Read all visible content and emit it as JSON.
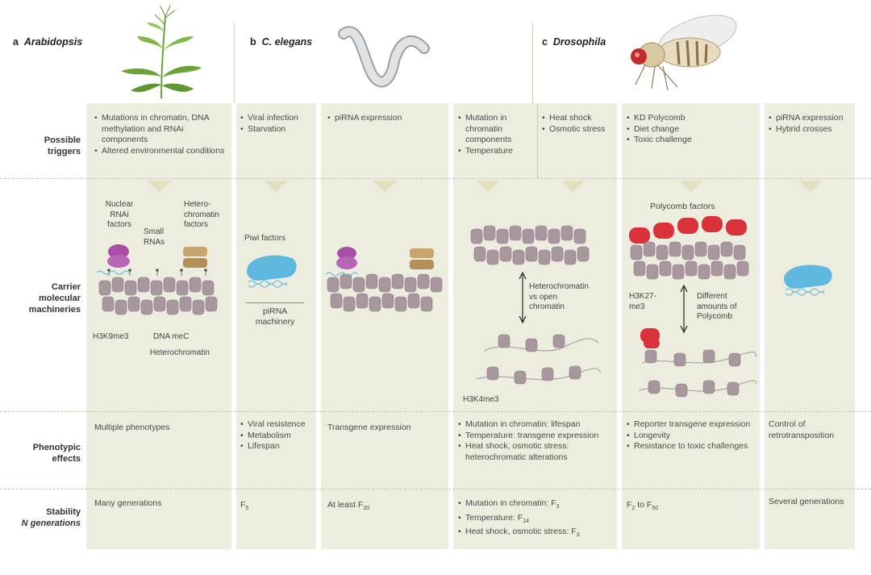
{
  "headers": {
    "a": {
      "letter": "a",
      "organism": "Arabidopsis"
    },
    "b": {
      "letter": "b",
      "organism": "C. elegans"
    },
    "c": {
      "letter": "c",
      "organism": "Drosophila"
    }
  },
  "row_labels": {
    "triggers": [
      "Possible",
      "triggers"
    ],
    "carrier": [
      "Carrier",
      "molecular",
      "machineries"
    ],
    "phenotypic": [
      "Phenotypic",
      "effects"
    ],
    "stability": [
      "Stability",
      "N generations"
    ]
  },
  "triggers": {
    "arabidopsis": [
      "Mutations in chromatin, DNA methylation and RNAi components",
      "Altered environmental conditions"
    ],
    "celegans_1": [
      "Viral infection",
      "Starvation"
    ],
    "celegans_2": [
      "piRNA expression"
    ],
    "dros_1": [
      "Mutation in chromatin components",
      "Temperature"
    ],
    "dros_2": [
      "Heat shock",
      "Osmotic stress"
    ],
    "dros_3": [
      "KD Polycomb",
      "Diet change",
      "Toxic challenge"
    ],
    "dros_4": [
      "piRNA expression",
      "Hybrid crosses"
    ]
  },
  "carrier_labels": {
    "nuclear_rnai": [
      "Nuclear",
      "RNAi",
      "factors"
    ],
    "small_rnas": [
      "Small",
      "RNAs"
    ],
    "heterochromatin_factors": [
      "Hetero-",
      "chromatin",
      "factors"
    ],
    "h3k9me3": "H3K9me3",
    "dna_mec": "DNA meC",
    "heterochromatin": "Heterochromatin",
    "piwi_factors": "Piwi factors",
    "pirna_machinery": [
      "piRNA",
      "machinery"
    ],
    "het_vs_open": [
      "Heterochromatin",
      "vs open",
      "chromatin"
    ],
    "h3k4me3": "H3K4me3",
    "polycomb_factors": "Polycomb factors",
    "h3k27me3": [
      "H3K27-",
      "me3"
    ],
    "diff_polycomb": [
      "Different",
      "amounts of",
      "Polycomb"
    ]
  },
  "phenotypic": {
    "arabidopsis": "Multiple phenotypes",
    "celegans_1": [
      "Viral resistence",
      "Metabolism",
      "Lifespan"
    ],
    "celegans_2": "Transgene expression",
    "dros_1": [
      "Mutation in chromatin: lifespan",
      "Temperature: transgene expression",
      "Heat shock, osmotic stress: heterochromatic alterations"
    ],
    "dros_3": [
      "Reporter transgene expression",
      "Longevity",
      "Resistance to toxic challenges"
    ],
    "dros_4": "Control of retrotransposition"
  },
  "stability": {
    "arabidopsis": "Many generations",
    "celegans_1": {
      "base": "F",
      "sub": "5"
    },
    "celegans_2": {
      "base": "At least F",
      "sub": "20"
    },
    "dros_1": [
      {
        "base": "Mutation in chromatin: F",
        "sub": "3"
      },
      {
        "base": "Temperature: F",
        "sub": "14"
      },
      {
        "base": "Heat shock, osmotic stress: F",
        "sub": "3"
      }
    ],
    "dros_3": {
      "a": "F",
      "a_sub": "2",
      "mid": " to F",
      "b_sub": "50"
    },
    "dros_4": "Several generations"
  },
  "colors": {
    "panel": "#ececdf",
    "nucleosome": "#a9979f",
    "rnai": "#a94ea8",
    "hetero_factor": "#c8a46e",
    "piwi": "#5fb9de",
    "polycomb": "#d9323a",
    "plant": "#6aa337"
  }
}
